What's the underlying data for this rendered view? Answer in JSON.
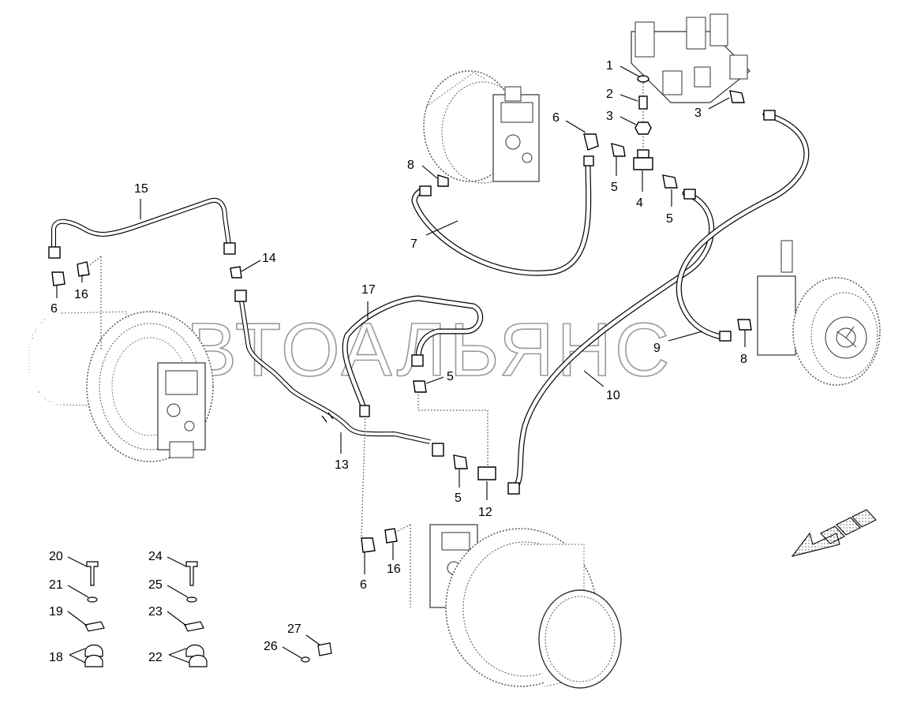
{
  "watermark": "АВТОАЛЬЯНС",
  "callouts": [
    {
      "id": "c1",
      "label": "1"
    },
    {
      "id": "c2",
      "label": "2"
    },
    {
      "id": "c3a",
      "label": "3"
    },
    {
      "id": "c3b",
      "label": "3"
    },
    {
      "id": "c4",
      "label": "4"
    },
    {
      "id": "c5a",
      "label": "5"
    },
    {
      "id": "c5b",
      "label": "5"
    },
    {
      "id": "c5c",
      "label": "5"
    },
    {
      "id": "c5d",
      "label": "5"
    },
    {
      "id": "c6a",
      "label": "6"
    },
    {
      "id": "c6b",
      "label": "6"
    },
    {
      "id": "c6c",
      "label": "6"
    },
    {
      "id": "c7",
      "label": "7"
    },
    {
      "id": "c8a",
      "label": "8"
    },
    {
      "id": "c8b",
      "label": "8"
    },
    {
      "id": "c9",
      "label": "9"
    },
    {
      "id": "c10",
      "label": "10"
    },
    {
      "id": "c12",
      "label": "12"
    },
    {
      "id": "c13",
      "label": "13"
    },
    {
      "id": "c14",
      "label": "14"
    },
    {
      "id": "c15",
      "label": "15"
    },
    {
      "id": "c16a",
      "label": "16"
    },
    {
      "id": "c16b",
      "label": "16"
    },
    {
      "id": "c17",
      "label": "17"
    },
    {
      "id": "c18",
      "label": "18"
    },
    {
      "id": "c19",
      "label": "19"
    },
    {
      "id": "c20",
      "label": "20"
    },
    {
      "id": "c21",
      "label": "21"
    },
    {
      "id": "c22",
      "label": "22"
    },
    {
      "id": "c23",
      "label": "23"
    },
    {
      "id": "c24",
      "label": "24"
    },
    {
      "id": "c25",
      "label": "25"
    },
    {
      "id": "c26",
      "label": "26"
    },
    {
      "id": "c27",
      "label": "27"
    }
  ]
}
